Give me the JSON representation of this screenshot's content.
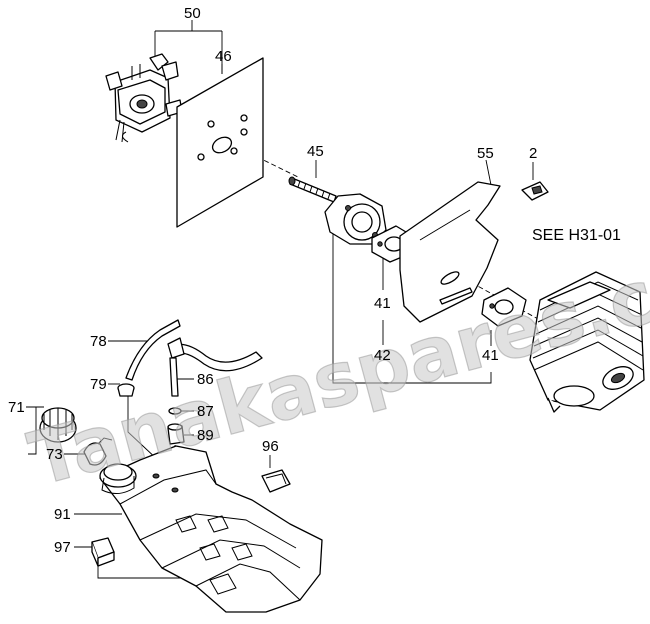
{
  "watermark": "Tanakaspares.co.uk",
  "note": "SEE H31-01",
  "callouts": {
    "p50": "50",
    "p46": "46",
    "p45": "45",
    "p55": "55",
    "p2": "2",
    "p41a": "41",
    "p42": "42",
    "p41b": "41",
    "p78": "78",
    "p79": "79",
    "p86": "86",
    "p87": "87",
    "p89": "89",
    "p71": "71",
    "p73": "73",
    "p96": "96",
    "p91": "91",
    "p97": "97"
  }
}
